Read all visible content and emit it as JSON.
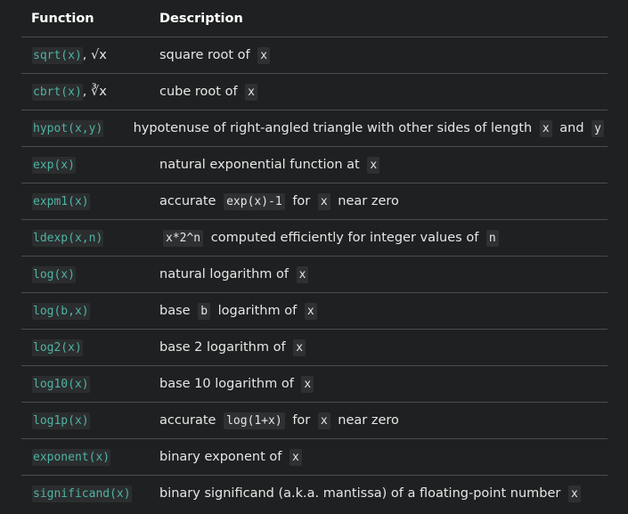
{
  "header": {
    "function": "Function",
    "description": "Description"
  },
  "rows": [
    {
      "fn": "sqrt(x)",
      "sym": ", √x",
      "desc": [
        {
          "t": "square root of "
        },
        {
          "c": "x"
        }
      ]
    },
    {
      "fn": "cbrt(x)",
      "sym": ", ∛x",
      "desc": [
        {
          "t": "cube root of "
        },
        {
          "c": "x"
        }
      ]
    },
    {
      "fn": "hypot(x,y)",
      "sym": "",
      "desc": [
        {
          "t": "hypotenuse of right-angled triangle with other sides of length "
        },
        {
          "c": "x"
        },
        {
          "t": " and "
        },
        {
          "c": "y"
        }
      ]
    },
    {
      "fn": "exp(x)",
      "sym": "",
      "desc": [
        {
          "t": "natural exponential function at "
        },
        {
          "c": "x"
        }
      ]
    },
    {
      "fn": "expm1(x)",
      "sym": "",
      "desc": [
        {
          "t": "accurate "
        },
        {
          "c": "exp(x)-1"
        },
        {
          "t": " for "
        },
        {
          "c": "x"
        },
        {
          "t": " near zero"
        }
      ]
    },
    {
      "fn": "ldexp(x,n)",
      "sym": "",
      "desc": [
        {
          "c": "x*2^n"
        },
        {
          "t": " computed efficiently for integer values of "
        },
        {
          "c": "n"
        }
      ]
    },
    {
      "fn": "log(x)",
      "sym": "",
      "desc": [
        {
          "t": "natural logarithm of "
        },
        {
          "c": "x"
        }
      ]
    },
    {
      "fn": "log(b,x)",
      "sym": "",
      "desc": [
        {
          "t": "base "
        },
        {
          "c": "b"
        },
        {
          "t": " logarithm of "
        },
        {
          "c": "x"
        }
      ]
    },
    {
      "fn": "log2(x)",
      "sym": "",
      "desc": [
        {
          "t": "base 2 logarithm of "
        },
        {
          "c": "x"
        }
      ]
    },
    {
      "fn": "log10(x)",
      "sym": "",
      "desc": [
        {
          "t": "base 10 logarithm of "
        },
        {
          "c": "x"
        }
      ]
    },
    {
      "fn": "log1p(x)",
      "sym": "",
      "desc": [
        {
          "t": "accurate "
        },
        {
          "c": "log(1+x)"
        },
        {
          "t": " for "
        },
        {
          "c": "x"
        },
        {
          "t": " near zero"
        }
      ]
    },
    {
      "fn": "exponent(x)",
      "sym": "",
      "desc": [
        {
          "t": "binary exponent of "
        },
        {
          "c": "x"
        }
      ]
    },
    {
      "fn": "significand(x)",
      "sym": "",
      "desc": [
        {
          "t": "binary significand (a.k.a. mantissa) of a floating-point number "
        },
        {
          "c": "x"
        }
      ]
    }
  ]
}
